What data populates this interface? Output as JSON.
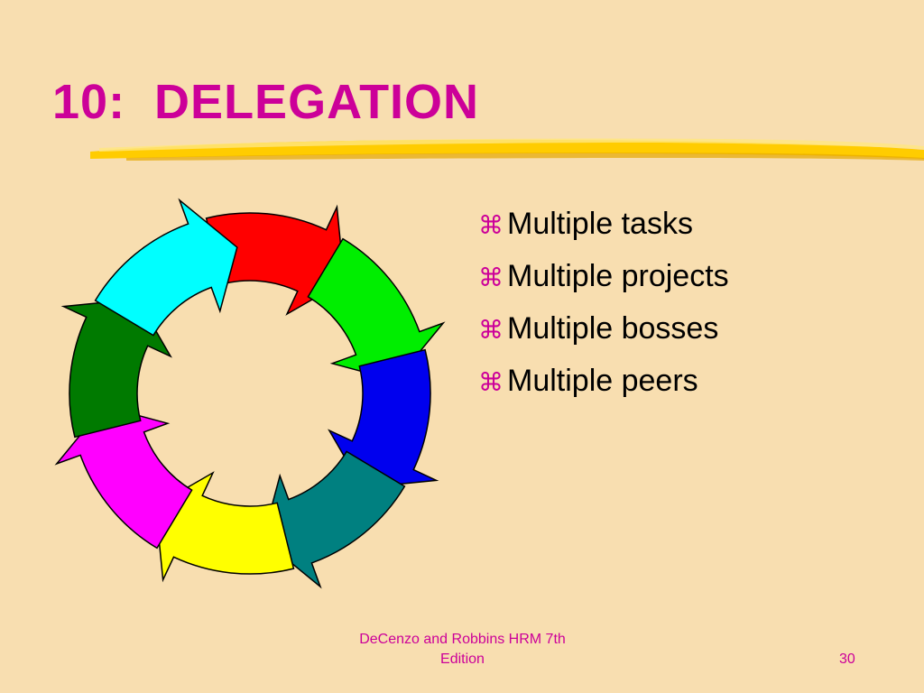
{
  "slide": {
    "title": "10:  DELEGATION",
    "bullet_icon": "command-key-icon",
    "bullets": [
      {
        "text": "Multiple tasks"
      },
      {
        "text": "Multiple projects"
      },
      {
        "text": "Multiple bosses"
      },
      {
        "text": "Multiple peers"
      }
    ],
    "footer": {
      "line1": "DeCenzo and Robbins  HRM 7th",
      "line2": "Edition"
    },
    "page_number": "30"
  },
  "colors": {
    "background": "#f8deb0",
    "title": "#cc0099",
    "underline": "#ffcc00",
    "cycle_arrows": [
      "#ff0000",
      "#00ee00",
      "#0000ee",
      "#008080",
      "#ffff00",
      "#ff00ff",
      "#007a00",
      "#00ffff"
    ]
  }
}
